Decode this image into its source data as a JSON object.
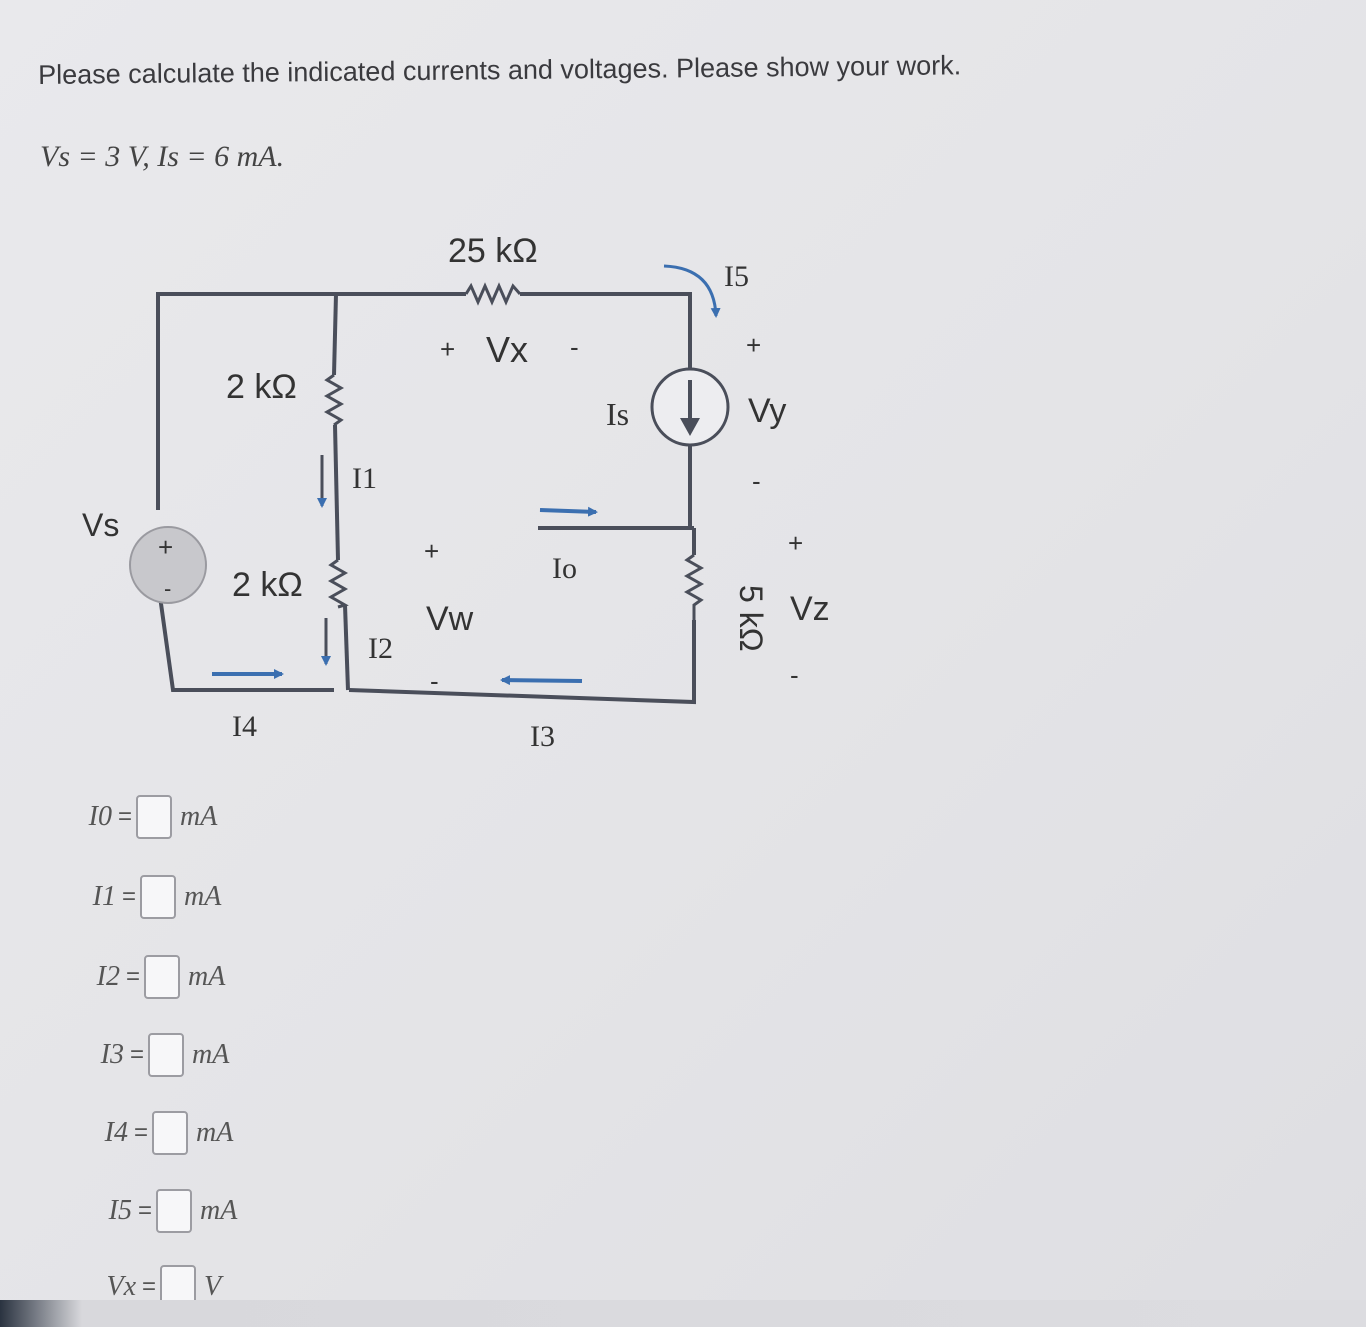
{
  "question": {
    "prompt": "Please calculate the indicated currents and voltages. Please show your work.",
    "givens": "Vs = 3 V, Is = 6 mA."
  },
  "circuit": {
    "top_resistor": "25 kΩ",
    "upper_resistor": "2 kΩ",
    "lower_resistor": "2 kΩ",
    "right_resistor": "5 kΩ",
    "voltage_source": "Vs",
    "current_source": "Is",
    "labels": {
      "I1": "I1",
      "I2": "I2",
      "I3": "I3",
      "I4": "I4",
      "I5": "I5",
      "Io": "Io",
      "Vx": "Vx",
      "Vy": "Vy",
      "Vz": "Vz",
      "Vw": "Vw"
    },
    "colors": {
      "wire": "#4a4e5a",
      "arrow": "#3b6fb0",
      "text": "#333333"
    }
  },
  "answers": [
    {
      "var": "I0",
      "unit": "mA"
    },
    {
      "var": "I1",
      "unit": "mA"
    },
    {
      "var": "I2",
      "unit": "mA"
    },
    {
      "var": "I3",
      "unit": "mA"
    },
    {
      "var": "I4",
      "unit": "mA"
    },
    {
      "var": "I5",
      "unit": "mA"
    },
    {
      "var": "Vx",
      "unit": "V"
    }
  ]
}
